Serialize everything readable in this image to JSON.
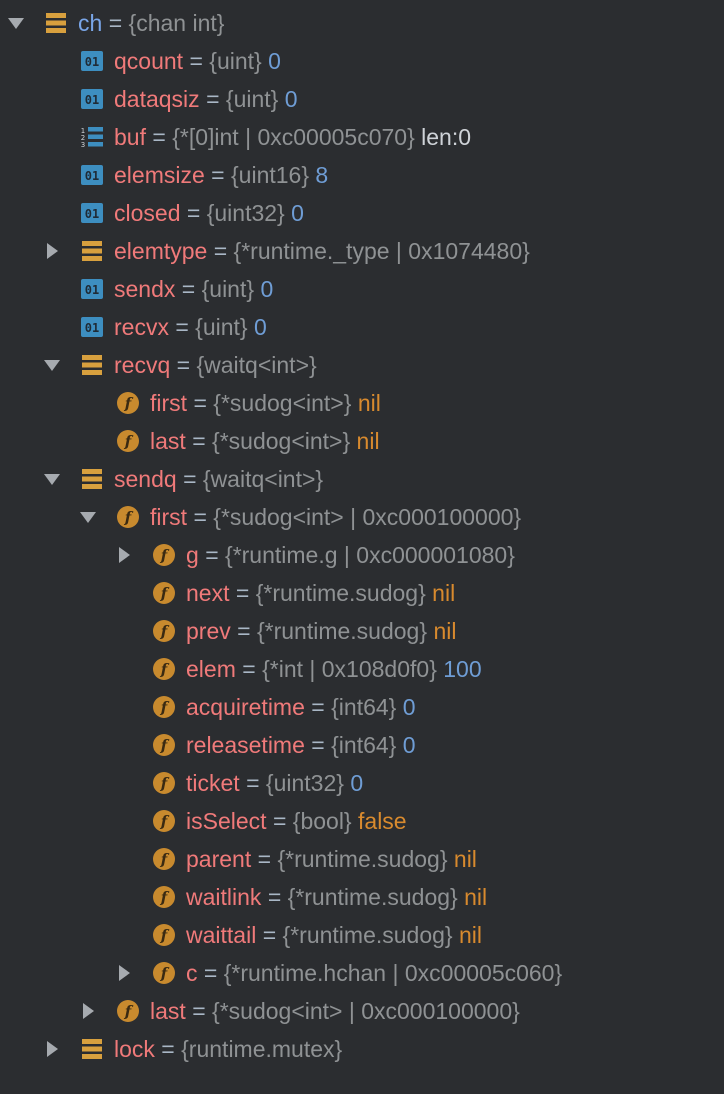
{
  "rows": [
    {
      "id": "ch",
      "level": 0,
      "toggle": "expanded",
      "icon": "struct-icon",
      "name": "ch",
      "eq": "=",
      "type": "{chan int}",
      "value": "",
      "value_style": "plain"
    },
    {
      "id": "qcount",
      "level": 1,
      "toggle": "none",
      "icon": "primitive-icon",
      "name": "qcount",
      "eq": "=",
      "type": "{uint}",
      "value": "0",
      "value_style": "num"
    },
    {
      "id": "dataqsiz",
      "level": 1,
      "toggle": "none",
      "icon": "primitive-icon",
      "name": "dataqsiz",
      "eq": "=",
      "type": "{uint}",
      "value": "0",
      "value_style": "num"
    },
    {
      "id": "buf",
      "level": 1,
      "toggle": "none",
      "icon": "list-icon",
      "name": "buf",
      "eq": "=",
      "type": "{*[0]int | 0xc00005c070}",
      "value": "len:0",
      "value_style": "plain"
    },
    {
      "id": "elemsize",
      "level": 1,
      "toggle": "none",
      "icon": "primitive-icon",
      "name": "elemsize",
      "eq": "=",
      "type": "{uint16}",
      "value": "8",
      "value_style": "num"
    },
    {
      "id": "closed",
      "level": 1,
      "toggle": "none",
      "icon": "primitive-icon",
      "name": "closed",
      "eq": "=",
      "type": "{uint32}",
      "value": "0",
      "value_style": "num"
    },
    {
      "id": "elemtype",
      "level": 1,
      "toggle": "collapsed",
      "icon": "struct-icon",
      "name": "elemtype",
      "eq": "=",
      "type": "{*runtime._type | 0x1074480}",
      "value": "",
      "value_style": "plain"
    },
    {
      "id": "sendx",
      "level": 1,
      "toggle": "none",
      "icon": "primitive-icon",
      "name": "sendx",
      "eq": "=",
      "type": "{uint}",
      "value": "0",
      "value_style": "num"
    },
    {
      "id": "recvx",
      "level": 1,
      "toggle": "none",
      "icon": "primitive-icon",
      "name": "recvx",
      "eq": "=",
      "type": "{uint}",
      "value": "0",
      "value_style": "num"
    },
    {
      "id": "recvq",
      "level": 1,
      "toggle": "expanded",
      "icon": "struct-icon",
      "name": "recvq",
      "eq": "=",
      "type": "{waitq<int>}",
      "value": "",
      "value_style": "plain"
    },
    {
      "id": "recvq-first",
      "level": 2,
      "toggle": "none",
      "icon": "field-icon",
      "name": "first",
      "eq": "=",
      "type": "{*sudog<int>}",
      "value": "nil",
      "value_style": "kw"
    },
    {
      "id": "recvq-last",
      "level": 2,
      "toggle": "none",
      "icon": "field-icon",
      "name": "last",
      "eq": "=",
      "type": "{*sudog<int>}",
      "value": "nil",
      "value_style": "kw"
    },
    {
      "id": "sendq",
      "level": 1,
      "toggle": "expanded",
      "icon": "struct-icon",
      "name": "sendq",
      "eq": "=",
      "type": "{waitq<int>}",
      "value": "",
      "value_style": "plain"
    },
    {
      "id": "sendq-first",
      "level": 2,
      "toggle": "expanded",
      "icon": "field-icon",
      "name": "first",
      "eq": "=",
      "type": "{*sudog<int> | 0xc000100000}",
      "value": "",
      "value_style": "plain"
    },
    {
      "id": "g",
      "level": 3,
      "toggle": "collapsed",
      "icon": "field-icon",
      "name": "g",
      "eq": "=",
      "type": "{*runtime.g | 0xc000001080}",
      "value": "",
      "value_style": "plain"
    },
    {
      "id": "next",
      "level": 3,
      "toggle": "none",
      "icon": "field-icon",
      "name": "next",
      "eq": "=",
      "type": "{*runtime.sudog}",
      "value": "nil",
      "value_style": "kw"
    },
    {
      "id": "prev",
      "level": 3,
      "toggle": "none",
      "icon": "field-icon",
      "name": "prev",
      "eq": "=",
      "type": "{*runtime.sudog}",
      "value": "nil",
      "value_style": "kw"
    },
    {
      "id": "elem",
      "level": 3,
      "toggle": "none",
      "icon": "field-icon",
      "name": "elem",
      "eq": "=",
      "type": "{*int | 0x108d0f0}",
      "value": "100",
      "value_style": "num"
    },
    {
      "id": "acquiretime",
      "level": 3,
      "toggle": "none",
      "icon": "field-icon",
      "name": "acquiretime",
      "eq": "=",
      "type": "{int64}",
      "value": "0",
      "value_style": "num"
    },
    {
      "id": "releasetime",
      "level": 3,
      "toggle": "none",
      "icon": "field-icon",
      "name": "releasetime",
      "eq": "=",
      "type": "{int64}",
      "value": "0",
      "value_style": "num"
    },
    {
      "id": "ticket",
      "level": 3,
      "toggle": "none",
      "icon": "field-icon",
      "name": "ticket",
      "eq": "=",
      "type": "{uint32}",
      "value": "0",
      "value_style": "num"
    },
    {
      "id": "isSelect",
      "level": 3,
      "toggle": "none",
      "icon": "field-icon",
      "name": "isSelect",
      "eq": "=",
      "type": "{bool}",
      "value": "false",
      "value_style": "kw"
    },
    {
      "id": "parent",
      "level": 3,
      "toggle": "none",
      "icon": "field-icon",
      "name": "parent",
      "eq": "=",
      "type": "{*runtime.sudog}",
      "value": "nil",
      "value_style": "kw"
    },
    {
      "id": "waitlink",
      "level": 3,
      "toggle": "none",
      "icon": "field-icon",
      "name": "waitlink",
      "eq": "=",
      "type": "{*runtime.sudog}",
      "value": "nil",
      "value_style": "kw"
    },
    {
      "id": "waittail",
      "level": 3,
      "toggle": "none",
      "icon": "field-icon",
      "name": "waittail",
      "eq": "=",
      "type": "{*runtime.sudog}",
      "value": "nil",
      "value_style": "kw"
    },
    {
      "id": "c",
      "level": 3,
      "toggle": "collapsed",
      "icon": "field-icon",
      "name": "c",
      "eq": "=",
      "type": "{*runtime.hchan | 0xc00005c060}",
      "value": "",
      "value_style": "plain"
    },
    {
      "id": "sendq-last",
      "level": 2,
      "toggle": "collapsed",
      "icon": "field-icon",
      "name": "last",
      "eq": "=",
      "type": "{*sudog<int> | 0xc000100000}",
      "value": "",
      "value_style": "plain"
    },
    {
      "id": "lock",
      "level": 1,
      "toggle": "collapsed",
      "icon": "struct-icon",
      "name": "lock",
      "eq": "=",
      "type": "{runtime.mutex}",
      "value": "",
      "value_style": "plain"
    }
  ],
  "colors": {
    "background": "#2b2d30",
    "name": "#f07a7a",
    "root_name": "#7aa6e8",
    "type": "#8f9294",
    "number": "#6f9dd5",
    "keyword": "#d88a2e",
    "struct_icon": "#d8a03e",
    "primitive_icon": "#3d8ec0",
    "field_icon": "#c88a2e"
  }
}
